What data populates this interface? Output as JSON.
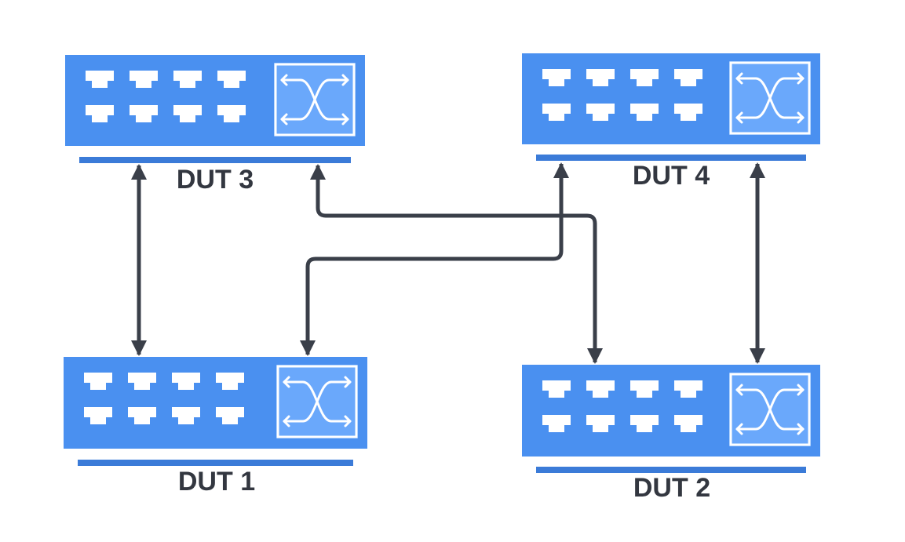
{
  "colors": {
    "switch_body": "#4a90f0",
    "switch_base": "#3b7bd8",
    "port": "#ffffff",
    "fabric_panel": "#6aa8fb",
    "fabric_lines": "#ffffff",
    "link": "#3a3f49",
    "label_text": "#333740"
  },
  "switches": [
    {
      "id": "dut3",
      "label": "DUT 3",
      "icon": "network-switch-icon",
      "ports": 8
    },
    {
      "id": "dut4",
      "label": "DUT 4",
      "icon": "network-switch-icon",
      "ports": 8
    },
    {
      "id": "dut1",
      "label": "DUT 1",
      "icon": "network-switch-icon",
      "ports": 8
    },
    {
      "id": "dut2",
      "label": "DUT 2",
      "icon": "network-switch-icon",
      "ports": 8
    }
  ],
  "links": [
    {
      "from": "DUT 3",
      "to": "DUT 1",
      "direction": "bidirectional"
    },
    {
      "from": "DUT 3",
      "to": "DUT 2",
      "direction": "bidirectional"
    },
    {
      "from": "DUT 4",
      "to": "DUT 1",
      "direction": "bidirectional"
    },
    {
      "from": "DUT 4",
      "to": "DUT 2",
      "direction": "bidirectional"
    }
  ]
}
